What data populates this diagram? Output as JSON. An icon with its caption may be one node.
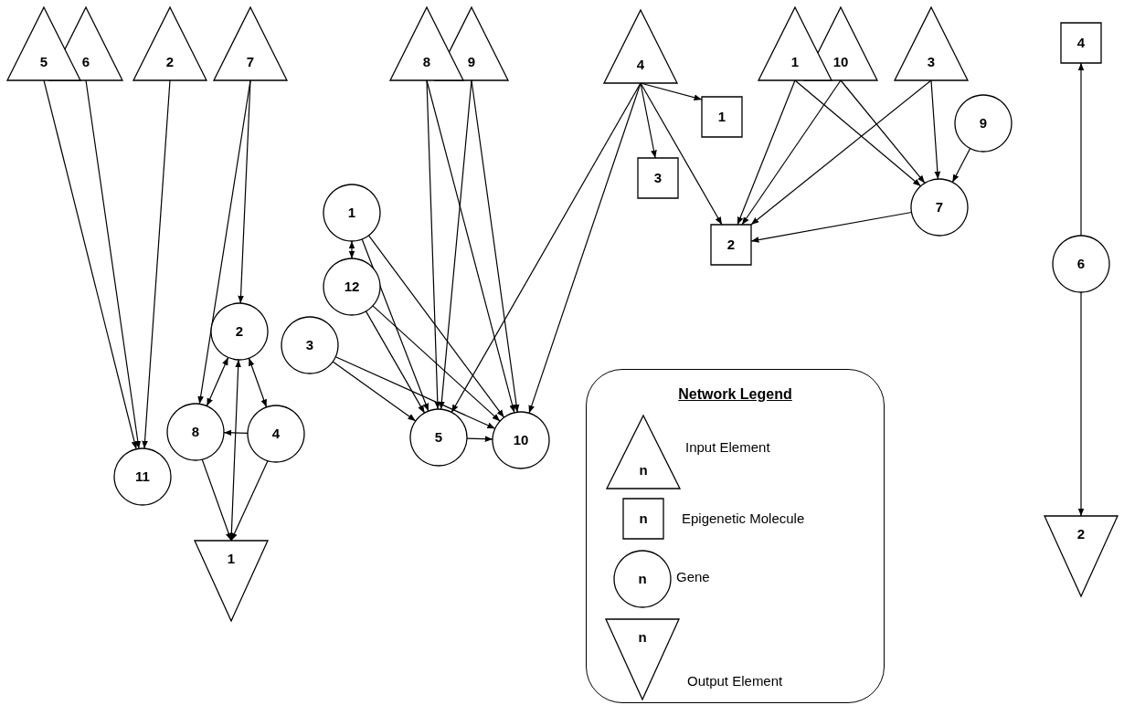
{
  "diagram": {
    "nodes": [
      {
        "text": [
          "5"
        ]
      },
      {
        "text": [
          "6"
        ]
      },
      {
        "text": [
          "2"
        ]
      },
      {
        "text": [
          "7"
        ]
      },
      {
        "text": [
          "8"
        ]
      },
      {
        "text": [
          "9"
        ]
      },
      {
        "text": [
          "4"
        ]
      },
      {
        "text": [
          "1"
        ]
      },
      {
        "text": [
          "10"
        ]
      },
      {
        "text": [
          "3"
        ]
      },
      {
        "text": [
          "1"
        ]
      },
      {
        "text": [
          "3"
        ]
      },
      {
        "text": [
          "2"
        ]
      },
      {
        "text": [
          "4"
        ]
      },
      {
        "text": [
          "1"
        ]
      },
      {
        "text": [
          "12"
        ]
      },
      {
        "text": [
          "3"
        ]
      },
      {
        "text": [
          "5"
        ]
      },
      {
        "text": [
          "10"
        ]
      },
      {
        "text": [
          "9"
        ]
      },
      {
        "text": [
          "7"
        ]
      },
      {
        "text": [
          "2"
        ]
      },
      {
        "text": [
          "8"
        ]
      },
      {
        "text": [
          "4"
        ]
      },
      {
        "text": [
          "11"
        ]
      },
      {
        "text": [
          "6"
        ]
      },
      {
        "text": [
          "1"
        ]
      },
      {
        "text": [
          "2"
        ]
      },
      {
        "text": [
          "n"
        ]
      },
      {
        "text": [
          "n"
        ]
      },
      {
        "text": [
          "n"
        ]
      },
      {
        "text": [
          "n"
        ]
      }
    ],
    "edges": [
      {
        "from": 0,
        "to": 24,
        "arrow": "to"
      },
      {
        "from": 1,
        "to": 24,
        "arrow": "to"
      },
      {
        "from": 2,
        "to": 24,
        "arrow": "to"
      },
      {
        "from": 3,
        "to": 21,
        "arrow": "to"
      },
      {
        "from": 3,
        "to": 22,
        "arrow": "to"
      },
      {
        "from": 21,
        "to": 22,
        "arrow": "both"
      },
      {
        "from": 21,
        "to": 23,
        "arrow": "both"
      },
      {
        "from": 23,
        "to": 22,
        "arrow": "to"
      },
      {
        "from": 21,
        "to": 26,
        "arrow": "both"
      },
      {
        "from": 22,
        "to": 26,
        "arrow": "to"
      },
      {
        "from": 23,
        "to": 26,
        "arrow": "to"
      },
      {
        "from": 4,
        "to": 17,
        "arrow": "to"
      },
      {
        "from": 4,
        "to": 18,
        "arrow": "to"
      },
      {
        "from": 5,
        "to": 17,
        "arrow": "to"
      },
      {
        "from": 5,
        "to": 18,
        "arrow": "to"
      },
      {
        "from": 14,
        "to": 15,
        "arrow": "both"
      },
      {
        "from": 14,
        "to": 17,
        "arrow": "to"
      },
      {
        "from": 14,
        "to": 18,
        "arrow": "to"
      },
      {
        "from": 15,
        "to": 17,
        "arrow": "to"
      },
      {
        "from": 15,
        "to": 18,
        "arrow": "to"
      },
      {
        "from": 16,
        "to": 17,
        "arrow": "to"
      },
      {
        "from": 16,
        "to": 18,
        "arrow": "to"
      },
      {
        "from": 6,
        "to": 17,
        "arrow": "to"
      },
      {
        "from": 6,
        "to": 18,
        "arrow": "to"
      },
      {
        "from": 17,
        "to": 18,
        "arrow": "to"
      },
      {
        "from": 6,
        "to": 10,
        "arrow": "to"
      },
      {
        "from": 6,
        "to": 11,
        "arrow": "to"
      },
      {
        "from": 6,
        "to": 12,
        "arrow": "to"
      },
      {
        "from": 7,
        "to": 12,
        "arrow": "to"
      },
      {
        "from": 7,
        "to": 20,
        "arrow": "to"
      },
      {
        "from": 8,
        "to": 12,
        "arrow": "to"
      },
      {
        "from": 8,
        "to": 20,
        "arrow": "to"
      },
      {
        "from": 9,
        "to": 12,
        "arrow": "to"
      },
      {
        "from": 9,
        "to": 20,
        "arrow": "to"
      },
      {
        "from": 19,
        "to": 20,
        "arrow": "to"
      },
      {
        "from": 20,
        "to": 12,
        "arrow": "to"
      },
      {
        "from": 25,
        "to": 13,
        "arrow": "to"
      },
      {
        "from": 25,
        "to": 27,
        "arrow": "to"
      }
    ],
    "labels": [
      "Network Legend"
    ],
    "legend": [
      {
        "text": "Input Element"
      },
      {
        "text": "Epigenetic Molecule"
      },
      {
        "text": "Gene"
      },
      {
        "text": "Output Element"
      }
    ]
  }
}
